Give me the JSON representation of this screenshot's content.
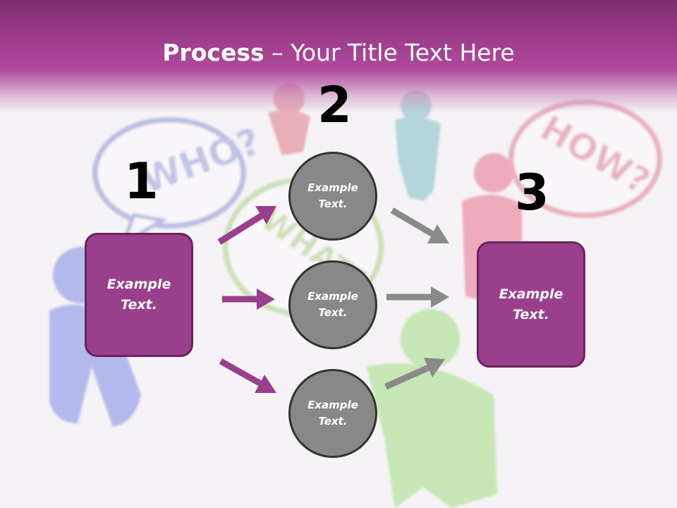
{
  "title": {
    "bold": "Process",
    "rest": " – Your Title Text Here"
  },
  "steps": {
    "one": "1",
    "two": "2",
    "three": "3"
  },
  "boxes": {
    "left": "Example Text.",
    "right": "Example Text."
  },
  "circles": {
    "top": "Example Text.",
    "middle": "Example Text.",
    "bottom": "Example Text."
  },
  "colors": {
    "header": "#9a3a88",
    "box": "#9a3f8c",
    "circle": "#888888",
    "arrow_purple": "#9a3f8c",
    "arrow_gray": "#8a8a8a"
  }
}
